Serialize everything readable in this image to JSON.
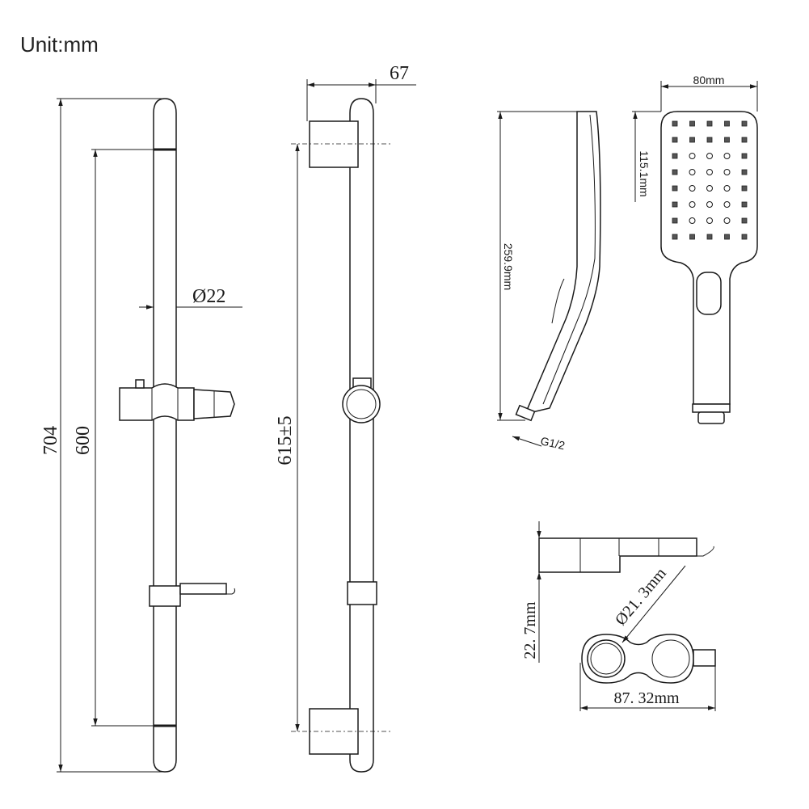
{
  "unit_label": "Unit:mm",
  "rail_front": {
    "total_length": "704",
    "hole_spacing": "600",
    "diameter": "Ø22"
  },
  "rail_side": {
    "depth": "67",
    "bracket_spacing": "615±5"
  },
  "hand_shower": {
    "length": "259.9mm",
    "width": "80mm",
    "head_height": "115.1mm",
    "thread": "G1/2",
    "nozzle_rows": 8,
    "nozzle_cols": 5
  },
  "soap_dish": {
    "height": "22. 7mm",
    "hole_diameter": "Ø21. 3mm",
    "width": "87. 32mm"
  }
}
